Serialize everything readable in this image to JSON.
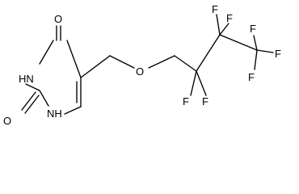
{
  "molecule": {
    "ring_atoms": {
      "n1": "HN",
      "n3": "NH"
    },
    "oxygens": {
      "carbonyl_c4": "O",
      "carbonyl_c2": "O",
      "ether": "O"
    },
    "fluorines": [
      "F",
      "F",
      "F",
      "F",
      "F",
      "F",
      "F"
    ],
    "colors": {
      "ink": "#000000",
      "background": "#ffffff"
    }
  }
}
